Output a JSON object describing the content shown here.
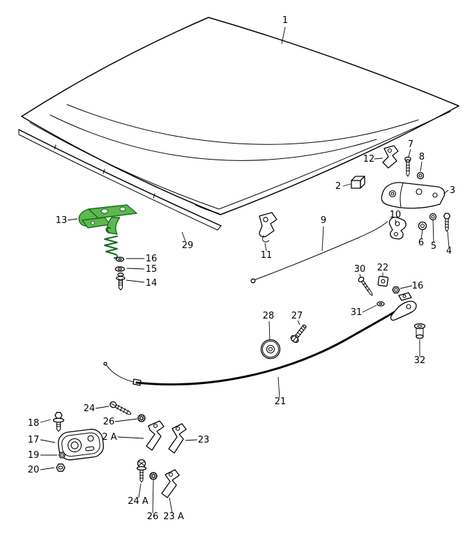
{
  "diagram": {
    "highlighted_part": "13",
    "colors": {
      "background": "#ffffff",
      "line": "#000000",
      "highlight_fill": "#5cb84f",
      "highlight_stroke": "#15691c"
    },
    "labels": [
      {
        "text": "1"
      },
      {
        "text": "12"
      },
      {
        "text": "7"
      },
      {
        "text": "8"
      },
      {
        "text": "2"
      },
      {
        "text": "3"
      },
      {
        "text": "10"
      },
      {
        "text": "9"
      },
      {
        "text": "11"
      },
      {
        "text": "13"
      },
      {
        "text": "29"
      },
      {
        "text": "16"
      },
      {
        "text": "15"
      },
      {
        "text": "14"
      },
      {
        "text": "6"
      },
      {
        "text": "5"
      },
      {
        "text": "4"
      },
      {
        "text": "30"
      },
      {
        "text": "22"
      },
      {
        "text": "16"
      },
      {
        "text": "31"
      },
      {
        "text": "28"
      },
      {
        "text": "27"
      },
      {
        "text": "32"
      },
      {
        "text": "21"
      },
      {
        "text": "24"
      },
      {
        "text": "26"
      },
      {
        "text": "18"
      },
      {
        "text": "17"
      },
      {
        "text": "2 A"
      },
      {
        "text": "23"
      },
      {
        "text": "19"
      },
      {
        "text": "20"
      },
      {
        "text": "24 A"
      },
      {
        "text": "26"
      },
      {
        "text": "23 A"
      }
    ]
  }
}
